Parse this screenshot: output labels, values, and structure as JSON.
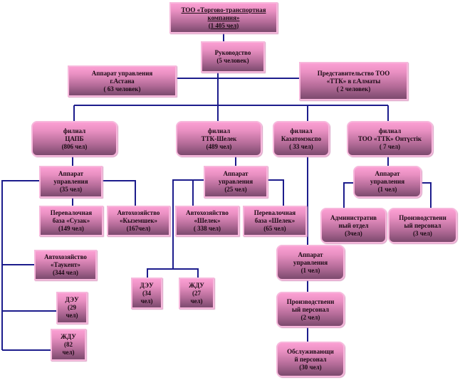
{
  "nodes": {
    "company": "ТОО «Торгово-транспортная компания»\n(1 405 чел)",
    "management": "Руководство\n(5 человек)",
    "astana": "Аппарат управления\nг.Астана\n( 63 человек)",
    "almaty": "Представительство ТОО\n«ТТК» в г.Алматы\n( 2 человек)",
    "cape": "филиал\nЦАПБ\n(806 чел)",
    "shelek": "филиал\nТТК-Шелек\n(489 чел)",
    "kazatom": "филиал\nКазатомэкспо\n( 33 чел)",
    "oktustik": "филиал\nТОО «ТТК» Онтүстік\n( 7 чел)",
    "cape_admin": "Аппарат\nуправления\n(35 чел)",
    "shelek_admin": "Аппарат\nуправления\n(25 чел)",
    "okt_admin": "Аппарат\nуправления\n(1 чел)",
    "susak": "Перевалочная\nбаза «Сузак»\n(149 чел)",
    "kyzemshek": "Автохозяйство\n«Кыземшек»\n(167чел)",
    "shelek_auto": "Автохозяйство\n«Шелек»\n( 338 чел)",
    "shelek_base": "Перевалочная\nбаза «Шелек»\n(65 чел)",
    "okt_office": "Административ\nный отдел\n(3чел)",
    "okt_prod": "Производственн\nый персонал\n(3 чел)",
    "taukent": "Автохозяйство\n«Таукент»\n(344 чел)",
    "kaz_admin": "Аппарат\nуправления\n(1 чел)",
    "shelek_deu": "ДЭУ\n(34\nчел)",
    "shelek_zhdu": "ЖДУ\n(27\nчел)",
    "cape_deu": "ДЭУ\n(29\nчел)",
    "cape_zhdu": "ЖДУ\n(82\nчел)",
    "kaz_prod": "Производственн\nый персонал\n(2 чел)",
    "kaz_service": "Обслуживающи\nй персонал\n(30 чел)"
  },
  "colors": {
    "line": "#1c1c8c",
    "box_top": "#fb9fd3",
    "box_bottom": "#7c4a6e"
  }
}
